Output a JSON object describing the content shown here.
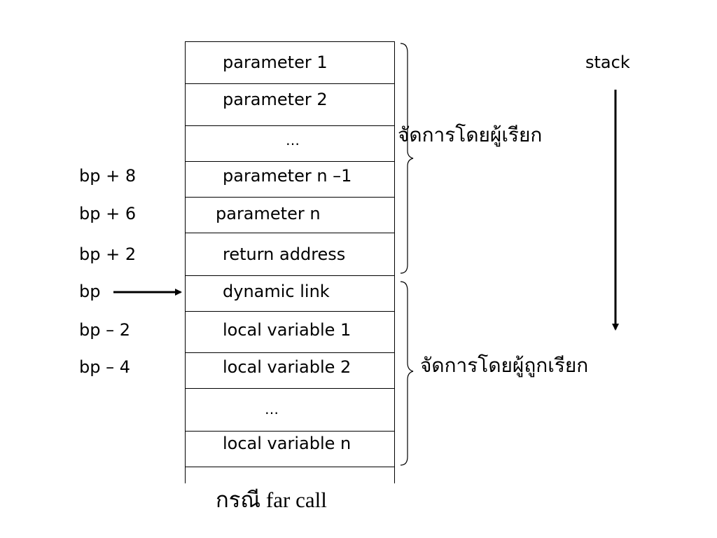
{
  "rows": [
    {
      "text": "parameter 1"
    },
    {
      "text": "parameter 2"
    },
    {
      "text": "…"
    },
    {
      "text": "parameter n –1"
    },
    {
      "text": "parameter n"
    },
    {
      "text": "return address"
    },
    {
      "text": "dynamic link"
    },
    {
      "text": "local variable 1"
    },
    {
      "text": "local variable 2"
    },
    {
      "text": "…"
    },
    {
      "text": "local variable n"
    }
  ],
  "offsets": {
    "bp_plus_8": "bp + 8",
    "bp_plus_6": "bp + 6",
    "bp_plus_2": "bp + 2",
    "bp": "bp",
    "bp_minus_2": "bp – 2",
    "bp_minus_4": "bp – 4"
  },
  "braces": {
    "caller_label": "จัดการโดยผู้เรียก",
    "callee_label": "จัดการโดยผู้ถูกเรียก"
  },
  "stack_direction_label": "stack",
  "caption": "กรณี far call"
}
